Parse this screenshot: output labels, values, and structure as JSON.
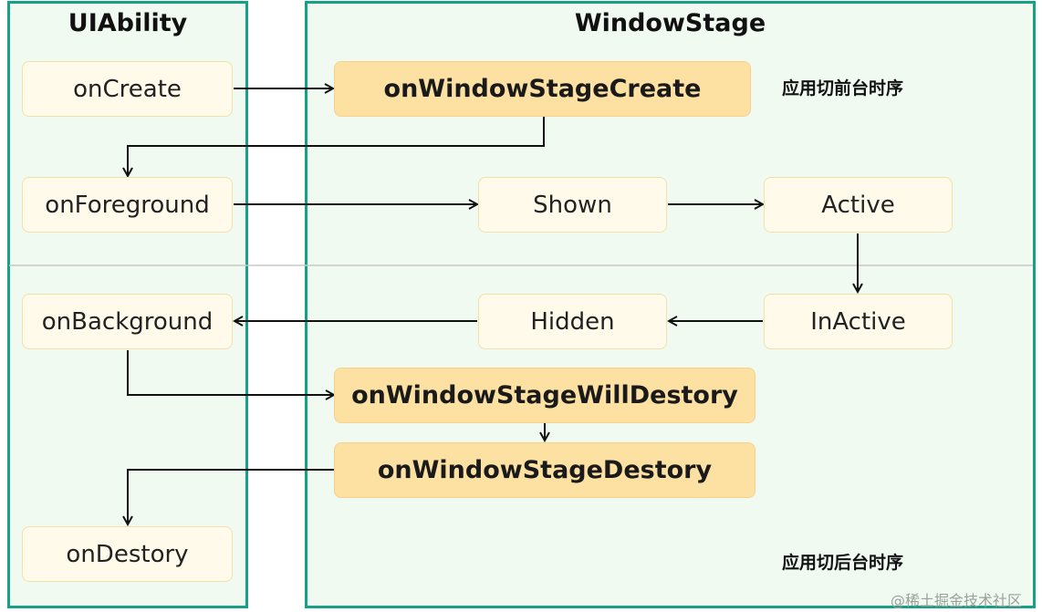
{
  "panels": {
    "uiability_title": "UIAbility",
    "windowstage_title": "WindowStage"
  },
  "uiability_callbacks": {
    "on_create": "onCreate",
    "on_foreground": "onForeground",
    "on_background": "onBackground",
    "on_destory": "onDestory"
  },
  "windowstage_events": {
    "on_window_stage_create": "onWindowStageCreate",
    "shown": "Shown",
    "active": "Active",
    "inactive": "InActive",
    "hidden": "Hidden",
    "on_window_stage_will_destory": "onWindowStageWillDestory",
    "on_window_stage_destory": "onWindowStageDestory"
  },
  "notes": {
    "foreground_sequence": "应用切前台时序",
    "background_sequence": "应用切后台时序"
  },
  "watermark": "@稀土掘金技术社区",
  "colors": {
    "panel_border": "#16a085",
    "panel_fill": "#f1faf1",
    "box_fill": "#fffaea",
    "box_strong_fill": "#fde1a3",
    "divider": "#c8c8c8",
    "arrow": "#111111"
  }
}
